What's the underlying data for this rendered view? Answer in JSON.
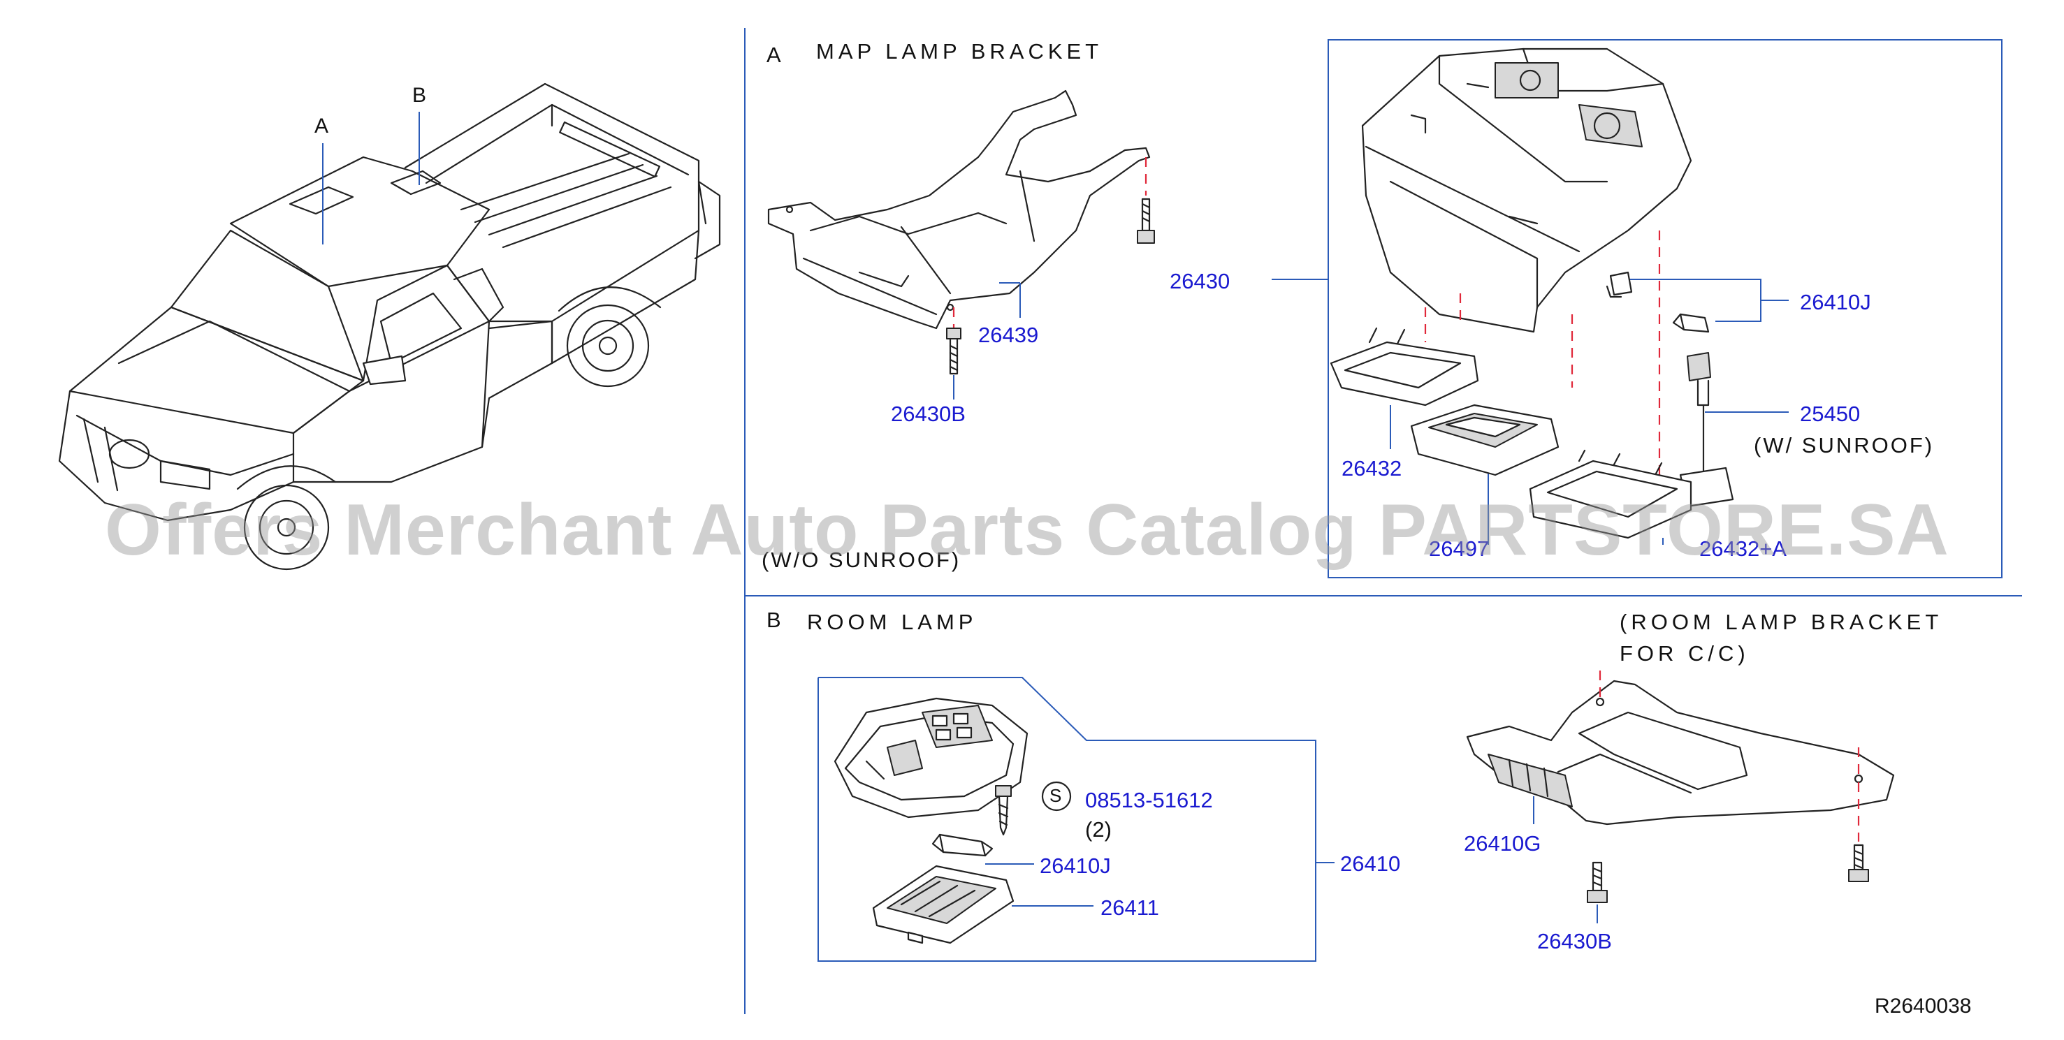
{
  "vehicle_labels": {
    "a": "A",
    "b": "B"
  },
  "section_a": {
    "letter": "A",
    "title": "MAP LAMP BRACKET",
    "variant_note": "(W/O SUNROOF)",
    "parts": {
      "p26439": "26439",
      "p26430B": "26430B",
      "p26430": "26430",
      "p26410J": "26410J",
      "p25450": "25450",
      "sunroof_note": "(W/ SUNROOF)",
      "p26432": "26432",
      "p26497": "26497",
      "p26432A": "26432+A"
    }
  },
  "section_b": {
    "letter": "B",
    "title": "ROOM LAMP",
    "bracket_note_line1": "(ROOM LAMP BRACKET",
    "bracket_note_line2": "FOR C/C)",
    "parts": {
      "screw_symbol": "S",
      "p08513": "08513-51612",
      "qty": "(2)",
      "p26410J": "26410J",
      "p26411": "26411",
      "p26410": "26410",
      "p26410G": "26410G",
      "p26430B": "26430B"
    }
  },
  "diagram_ref": "R2640038",
  "watermark": "Offers Merchant Auto Parts Catalog PARTSTORE.SA",
  "colors": {
    "part_number": "#1a1ad0",
    "leader_line": "#2b5bb8",
    "dashed_guide": "#e0283a",
    "watermark": "#969696"
  }
}
